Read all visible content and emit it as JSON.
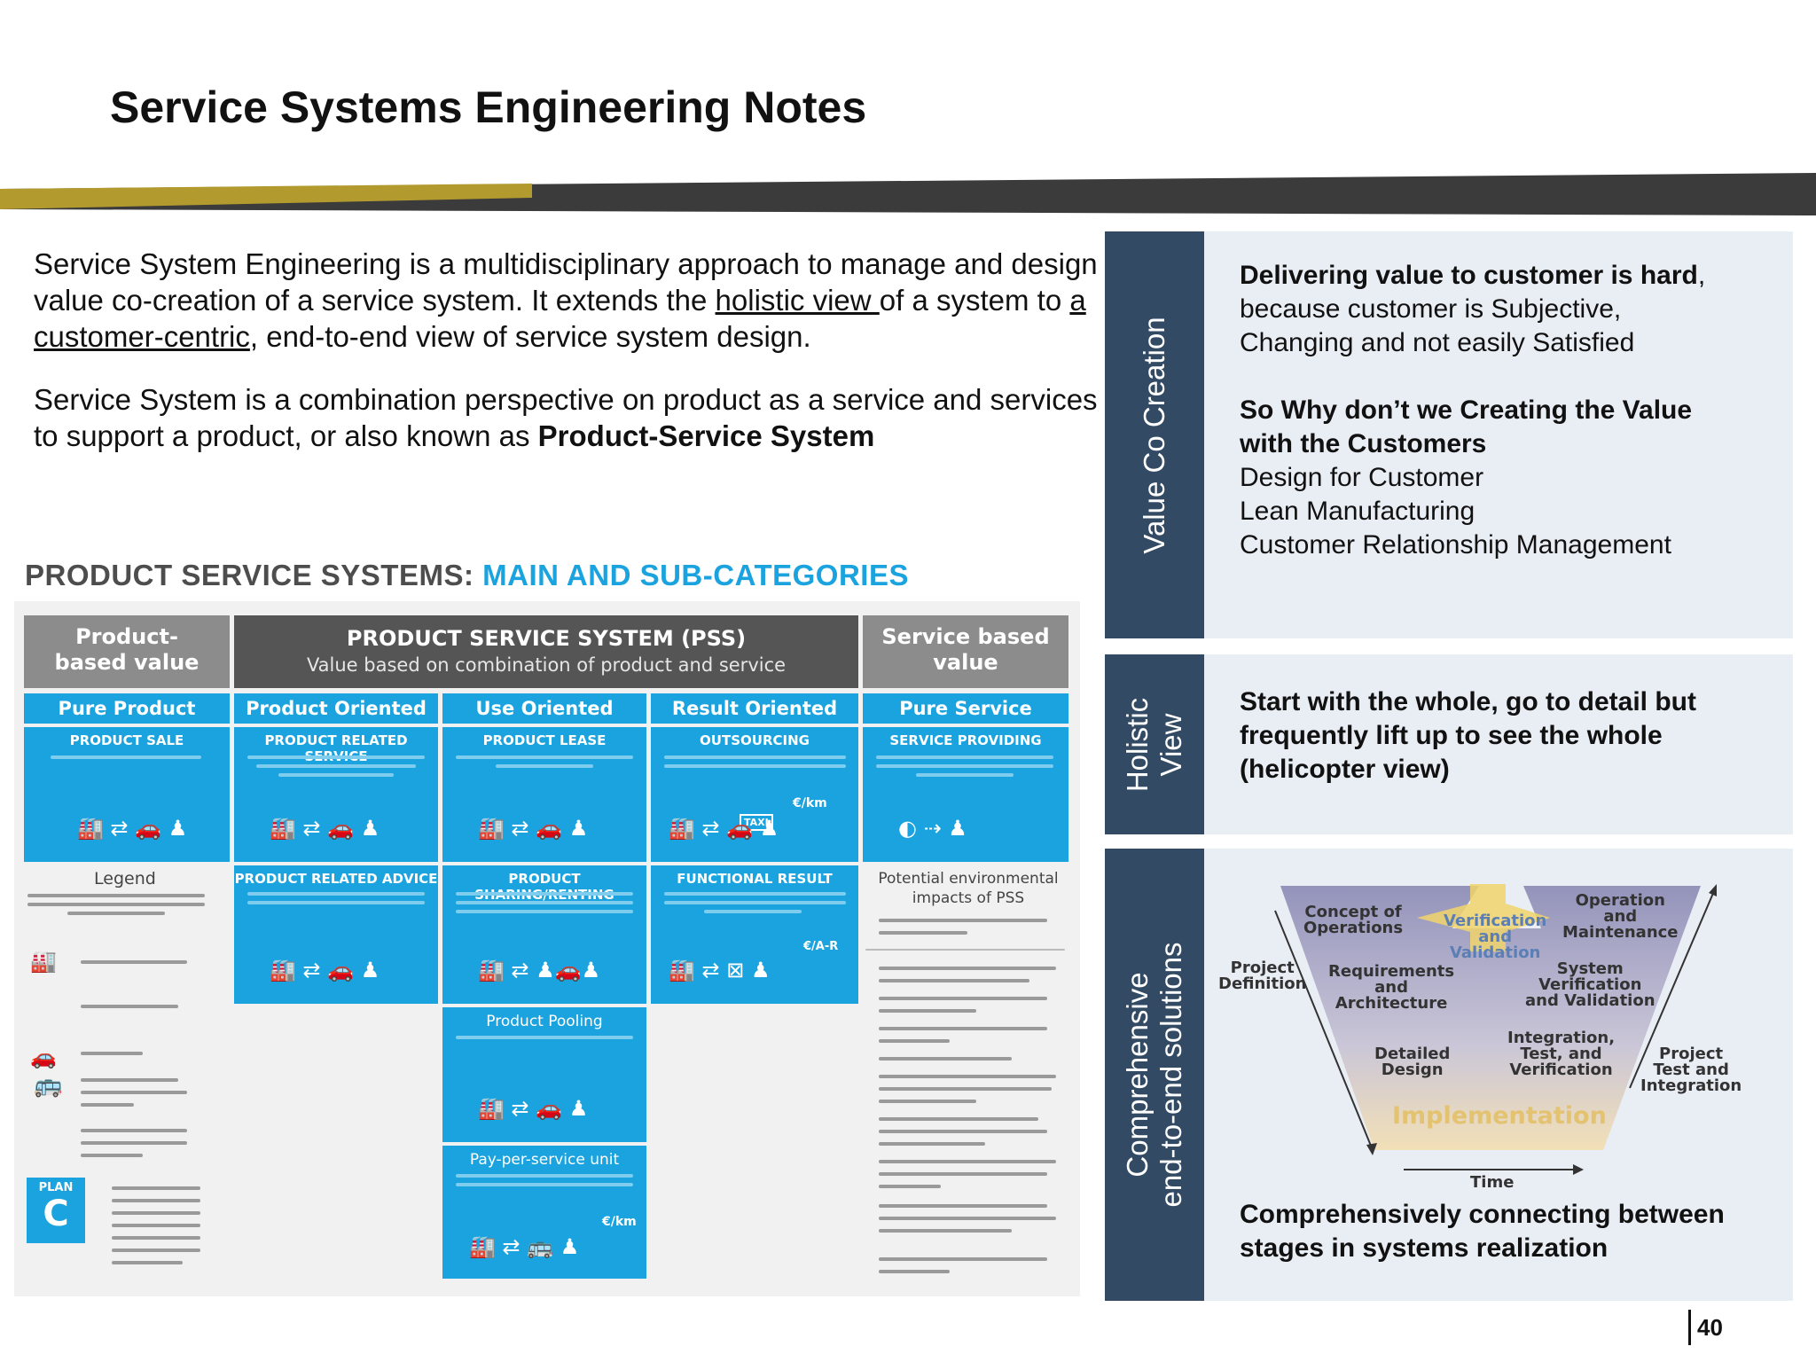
{
  "slide": {
    "title": "Service Systems Engineering Notes",
    "page_number": "40"
  },
  "intro": {
    "p1_a": "Service System Engineering is a multidisciplinary approach to manage and design value co-creation of a service system. It extends the ",
    "p1_link1": "holistic view ",
    "p1_b": "of a system to ",
    "p1_link2": "a customer-centric",
    "p1_c": ", end-to-end view of service system design.",
    "p2_a": "Service System is a combination perspective on product as a service and services to support a product, or also known as ",
    "p2_bold": "Product-Service System"
  },
  "pss_figure": {
    "heading_gray": "PRODUCT SERVICE SYSTEMS: ",
    "heading_blue": "MAIN AND SUB-CATEGORIES",
    "product_based": "Product-\nbased value",
    "pss_title": "PRODUCT SERVICE SYSTEM (PSS)",
    "pss_subtitle": "Value based on combination of product and service",
    "service_based": "Service based\nvalue",
    "sub_headers": [
      "Pure Product",
      "Product Oriented",
      "Use Oriented",
      "Result Oriented",
      "Pure Service"
    ],
    "row1": [
      "PRODUCT SALE",
      "PRODUCT RELATED SERVICE",
      "PRODUCT LEASE",
      "OUTSOURCING",
      "SERVICE PROVIDING"
    ],
    "row2": [
      "PRODUCT RELATED ADVICE",
      "PRODUCT SHARING/RENTING",
      "FUNCTIONAL RESULT"
    ],
    "row3": "Product Pooling",
    "row4": "Pay-per-service unit",
    "legend_title": "Legend",
    "env_title": "Potential environmental\nimpacts of PSS",
    "plan_label": "PLAN",
    "plan_letter": "C",
    "icon_km": "€/km",
    "icon_uah": "€/A-R",
    "icon_taxi": "TAXI"
  },
  "panels": [
    {
      "label": "Value Co Creation",
      "lines": [
        {
          "bold": "Delivering value to customer is hard",
          "text": ","
        },
        {
          "bold": "",
          "text": "because customer is Subjective,"
        },
        {
          "bold": "",
          "text": "Changing and not easily Satisfied"
        },
        {
          "bold": "So Why don’t we Creating the Value",
          "text": ""
        },
        {
          "bold": "with the Customers",
          "text": ""
        },
        {
          "bold": "",
          "text": "Design for Customer"
        },
        {
          "bold": "",
          "text": "Lean Manufacturing"
        },
        {
          "bold": "",
          "text": "Customer Relationship Management"
        }
      ]
    },
    {
      "label_line1": "Holistic",
      "label_line2": "View",
      "text": "Start with the whole, go to detail but frequently lift up to see the whole (helicopter view)"
    },
    {
      "label_line1": "Comprehensive",
      "label_line2": "end-to-end solutions",
      "text": "Comprehensively connecting between stages in systems realization"
    }
  ],
  "vmodel": {
    "concept": "Concept of\nOperations",
    "requirements": "Requirements\nand\nArchitecture",
    "detailed": "Detailed\nDesign",
    "implementation": "Implementation",
    "integration": "Integration,\nTest, and\nVerification",
    "system_verif": "System\nVerification\nand Validation",
    "operation": "Operation\nand\nMaintenance",
    "vv": "Verification\nand\nValidation",
    "project_def": "Project\nDefinition",
    "project_test": "Project\nTest and\nIntegration",
    "time": "Time"
  },
  "colors": {
    "gold": "#b39a2f",
    "dark_band": "#3b3b3b",
    "navy": "#324a63",
    "panel_bg": "#e9edf4",
    "pss_blue": "#1aa3de",
    "pss_gray": "#8c8c8c",
    "pss_dark": "#555555"
  }
}
